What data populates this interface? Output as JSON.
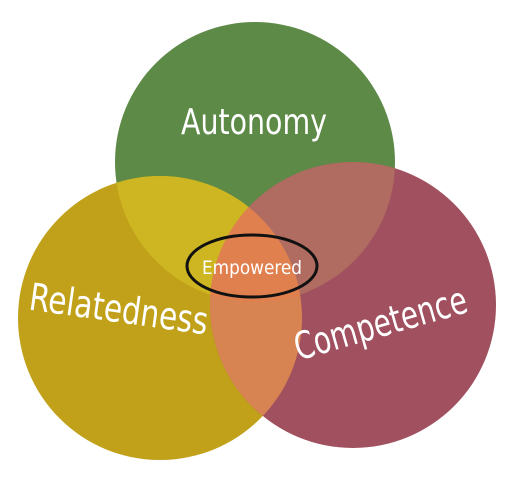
{
  "diagram": {
    "circles": [
      {
        "id": "autonomy",
        "label": "Autonomy",
        "color": "#5e8a48"
      },
      {
        "id": "relatedness",
        "label": "Relatedness",
        "color": "#c1a11a"
      },
      {
        "id": "competence",
        "label": "Competence",
        "color": "#a0505f"
      }
    ],
    "overlap_colors": {
      "autonomy_relatedness": "#cdb621",
      "autonomy_competence": "#b06c61",
      "relatedness_competence": "#d88452",
      "all_three": "#e0804f"
    },
    "center": {
      "label": "Empowered",
      "outline_color": "#111111"
    }
  }
}
